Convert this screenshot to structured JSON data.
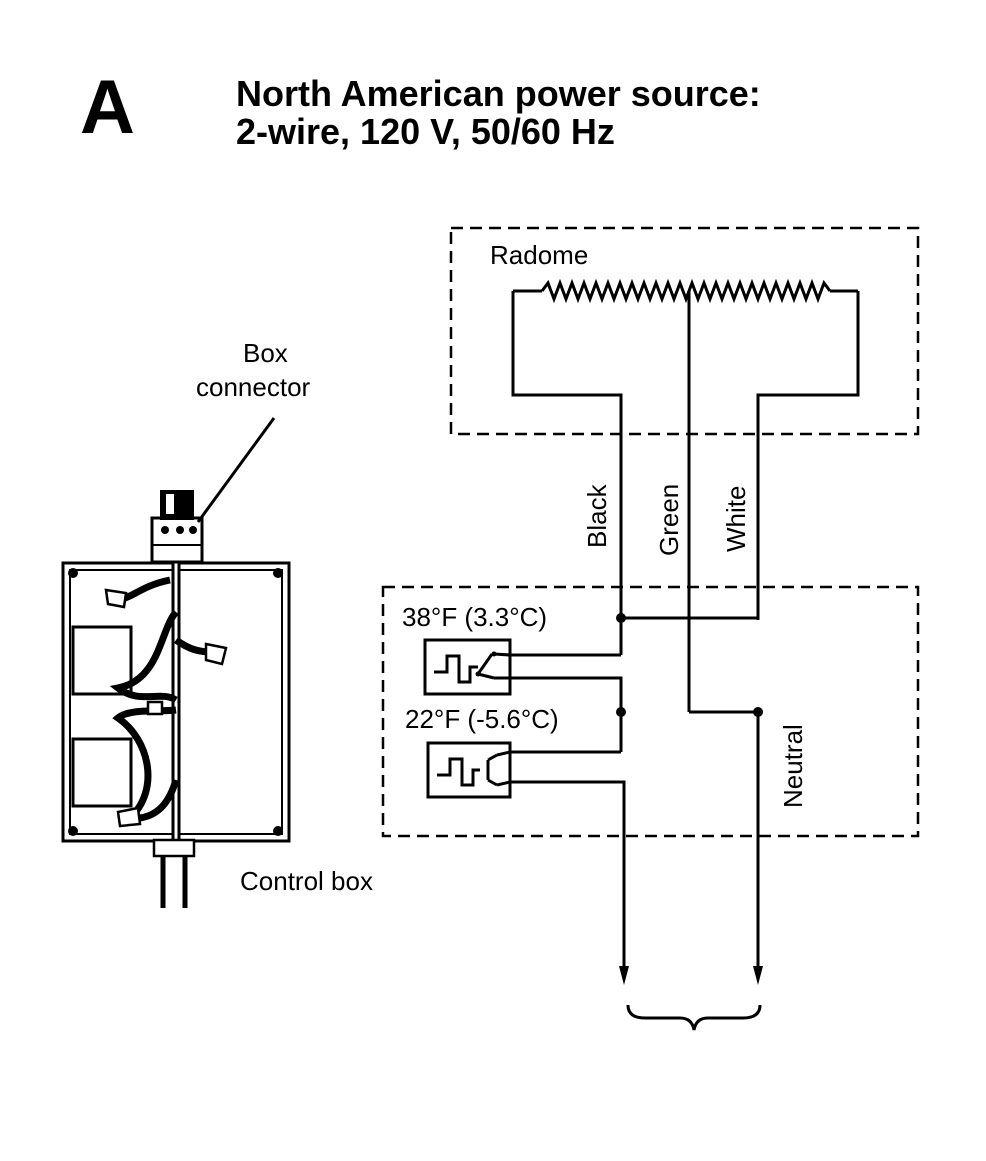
{
  "figure": {
    "letter": "A",
    "title_line1": "North American power source:",
    "title_line2": "2-wire, 120 V, 50/60 Hz"
  },
  "labels": {
    "radome": "Radome",
    "box_connector_line1": "Box",
    "box_connector_line2": "connector",
    "control_box": "Control box",
    "thermostat_high": "38°F (3.3°C)",
    "thermostat_low": "22°F (-5.6°C)",
    "neutral": "Neutral"
  },
  "wires": {
    "black": "Black",
    "green": "Green",
    "white": "White"
  },
  "icons": {
    "thermostat": "thermostat-switch-icon",
    "heater": "heater-element-icon",
    "control_box": "junction-box-icon"
  },
  "colors": {
    "ink": "#000000",
    "paper": "#ffffff"
  }
}
